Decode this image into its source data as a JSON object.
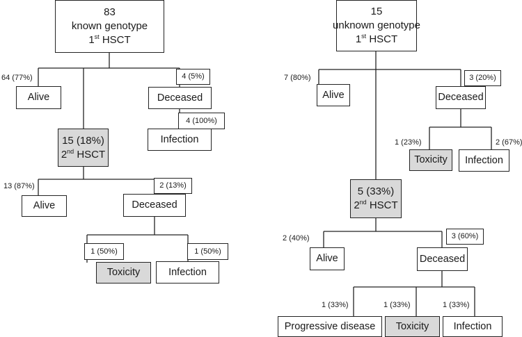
{
  "left_tree": {
    "root": {
      "count": "83",
      "label": "known genotype",
      "transplant": "1",
      "transplant_sup": "st",
      "transplant_unit": " HSCT"
    },
    "alive_pct": "64 (77%)",
    "alive": "Alive",
    "deceased_pct": "4 (5%)",
    "deceased": "Deceased",
    "infection_pct": "4 (100%)",
    "infection": "Infection",
    "second": {
      "count": "15 (18%)",
      "transplant": "2",
      "transplant_sup": "nd",
      "transplant_unit": " HSCT"
    },
    "second_alive_pct": "13 (87%)",
    "second_alive": "Alive",
    "second_deceased_pct": "2 (13%)",
    "second_deceased": "Deceased",
    "second_toxicity_pct": "1 (50%)",
    "second_toxicity": "Toxicity",
    "second_infection_pct": "1 (50%)",
    "second_infection": "Infection"
  },
  "right_tree": {
    "root": {
      "count": "15",
      "label": "unknown genotype",
      "transplant": "1",
      "transplant_sup": "st",
      "transplant_unit": " HSCT"
    },
    "alive_pct": "7 (80%)",
    "alive": "Alive",
    "deceased_pct": "3 (20%)",
    "deceased": "Deceased",
    "toxicity_pct": "1 (23%)",
    "toxicity": "Toxicity",
    "infection_pct": "2 (67%)",
    "infection": "Infection",
    "second": {
      "count": "5 (33%)",
      "transplant": "2",
      "transplant_sup": "nd",
      "transplant_unit": " HSCT"
    },
    "second_alive_pct": "2 (40%)",
    "second_alive": "Alive",
    "second_deceased_pct": "3 (60%)",
    "second_deceased": "Deceased",
    "progressive_pct": "1 (33%)",
    "progressive": "Progressive disease",
    "second_toxicity_pct": "1 (33%)",
    "second_toxicity": "Toxicity",
    "second_infection_pct": "1 (33%)",
    "second_infection": "Infection"
  },
  "colors": {
    "highlight_fill": "#d9d9d9",
    "stroke": "#222222"
  }
}
